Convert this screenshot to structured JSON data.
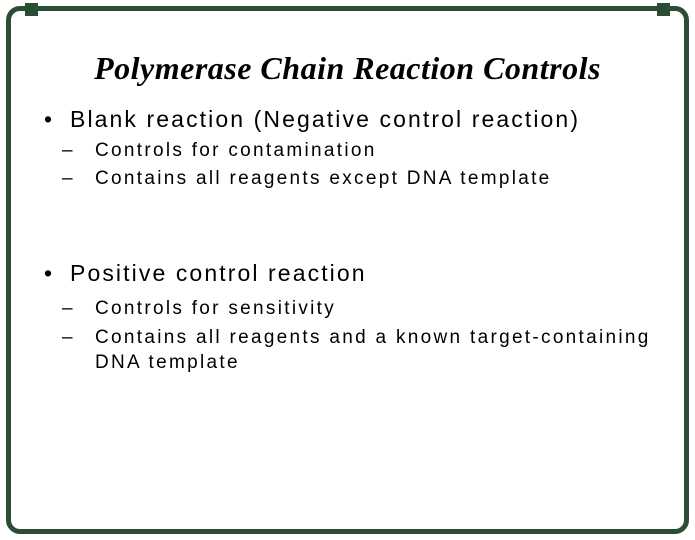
{
  "slide": {
    "title": "Polymerase Chain Reaction Controls",
    "bullet_char": "•",
    "dash_char": "–",
    "bullets": [
      {
        "text": "Blank reaction (Negative control reaction)",
        "sub": [
          "Controls for contamination",
          "Contains all reagents except DNA template"
        ]
      },
      {
        "text": "Positive control reaction",
        "sub": [
          "Controls for sensitivity",
          "Contains all reagents and a known target-containing DNA template"
        ]
      }
    ],
    "colors": {
      "background": "#ffffff",
      "text": "#000000",
      "border": "#2a4d35"
    }
  }
}
